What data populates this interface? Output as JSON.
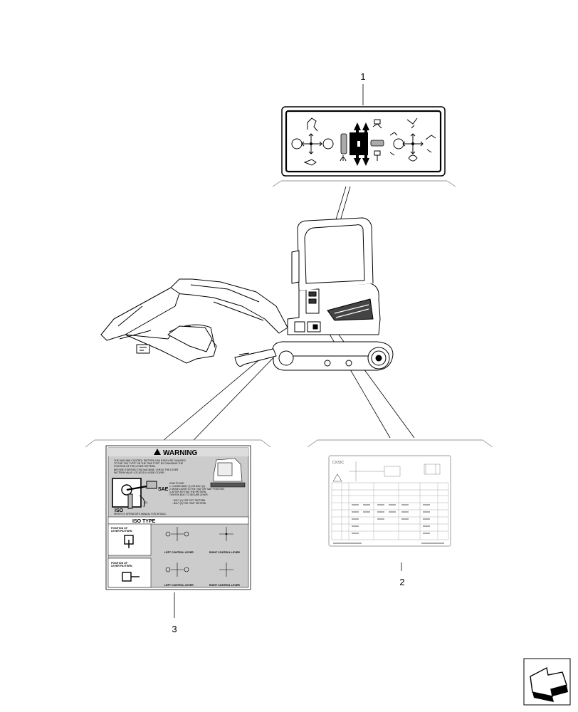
{
  "callouts": {
    "c1": "1",
    "c2": "2",
    "c3": "3"
  },
  "decal_iso": {
    "warning_title": "WARNING",
    "bullet_1a": "THE MACHINE CONTROL PATTERN CAN EASILY BE CHANGED",
    "bullet_1b": "TO THE \"ISO TYPE\" OR THE \"SAE TYPE\" BY CHANGING THE",
    "bullet_1c": "POSITION OF THE LEVER PATTERN.",
    "bullet_2a": "BEFORE STARTING THIS MACHINE, CHECK THE LEVER",
    "bullet_2b": "PATTERN VALVE LOCATED LH SIDE COVER.",
    "sae_label": "SAE",
    "iso_label": "ISO",
    "how_title": "HOW TO USE:",
    "how_1": "1. LOOSEN BOLT (1) OR BOLT (2).",
    "how_2": "2. MOVE LEVER TO THE \"ISO\" OR \"SAE\" POSITION.",
    "how_3": "3. AFTER SETTING THE PATTERN,",
    "how_3b": "TIGHTEN BOLT TO SECURE LEVER.",
    "how_4": "- BOLT (1) FOR \"ISO\" PATTERN",
    "how_5": "- BOLT (2) FOR \"SAE\" PATTERN",
    "manual": "REFER TO OPERATOR'S MANUAL FOR DETAILS.",
    "iso_type": "ISO TYPE",
    "position_of": "POSITION OF",
    "lever_pattern": "LEVER PATTERN",
    "left_lever": "LEFT CONTROL LEVER",
    "right_lever": "RIGHT CONTROL LEVER"
  },
  "decal_load": {
    "model": "CX33C"
  }
}
